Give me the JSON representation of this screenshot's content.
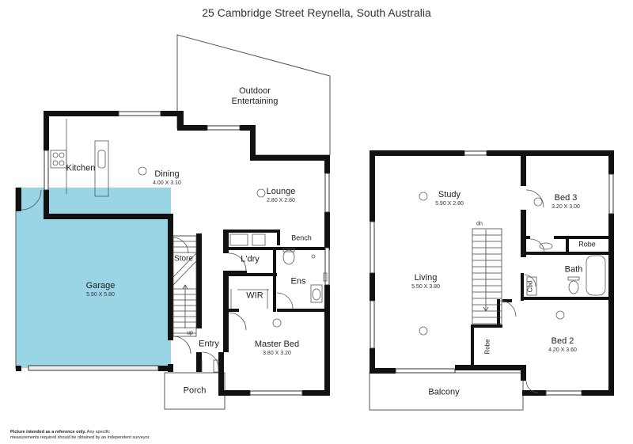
{
  "title": "25 Cambridge Street Reynella, South Australia",
  "colors": {
    "wall": "#111111",
    "garage_fill": "#9ad5e6",
    "line": "#444444",
    "fixture": "#888888"
  },
  "rooms": {
    "outdoor": "Outdoor\nEntertaining",
    "kitchen": "Kitchen",
    "dining": "Dining",
    "dining_dim": "4.00 X 3.10",
    "lounge": "Lounge",
    "lounge_dim": "2.80 X 2.80",
    "bench": "Bench",
    "store": "Store",
    "laundry": "L'dry",
    "ens": "Ens",
    "wir": "WIR",
    "garage": "Garage",
    "garage_dim": "5.90 X 5.80",
    "entry": "Entry",
    "master": "Master Bed",
    "master_dim": "3.80 X 3.20",
    "porch": "Porch",
    "study": "Study",
    "study_dim": "5.90 X 2.80",
    "bed3": "Bed 3",
    "bed3_dim": "3.20 X 3.00",
    "robe_top": "Robe",
    "bath": "Bath",
    "cbd": "Cbd",
    "living": "Living",
    "living_dim": "5.50 X 3.80",
    "robe_side": "Robe",
    "bed2": "Bed 2",
    "bed2_dim": "4.20 X 3.60",
    "balcony": "Balcony"
  },
  "stairs": {
    "up": "up",
    "dn": "dn"
  },
  "disclaimer": {
    "bold": "Picture intended as a reference only.",
    "line1_rest": " Any specific",
    "line2": "measurements required should be obtained by an independent surveyor."
  }
}
